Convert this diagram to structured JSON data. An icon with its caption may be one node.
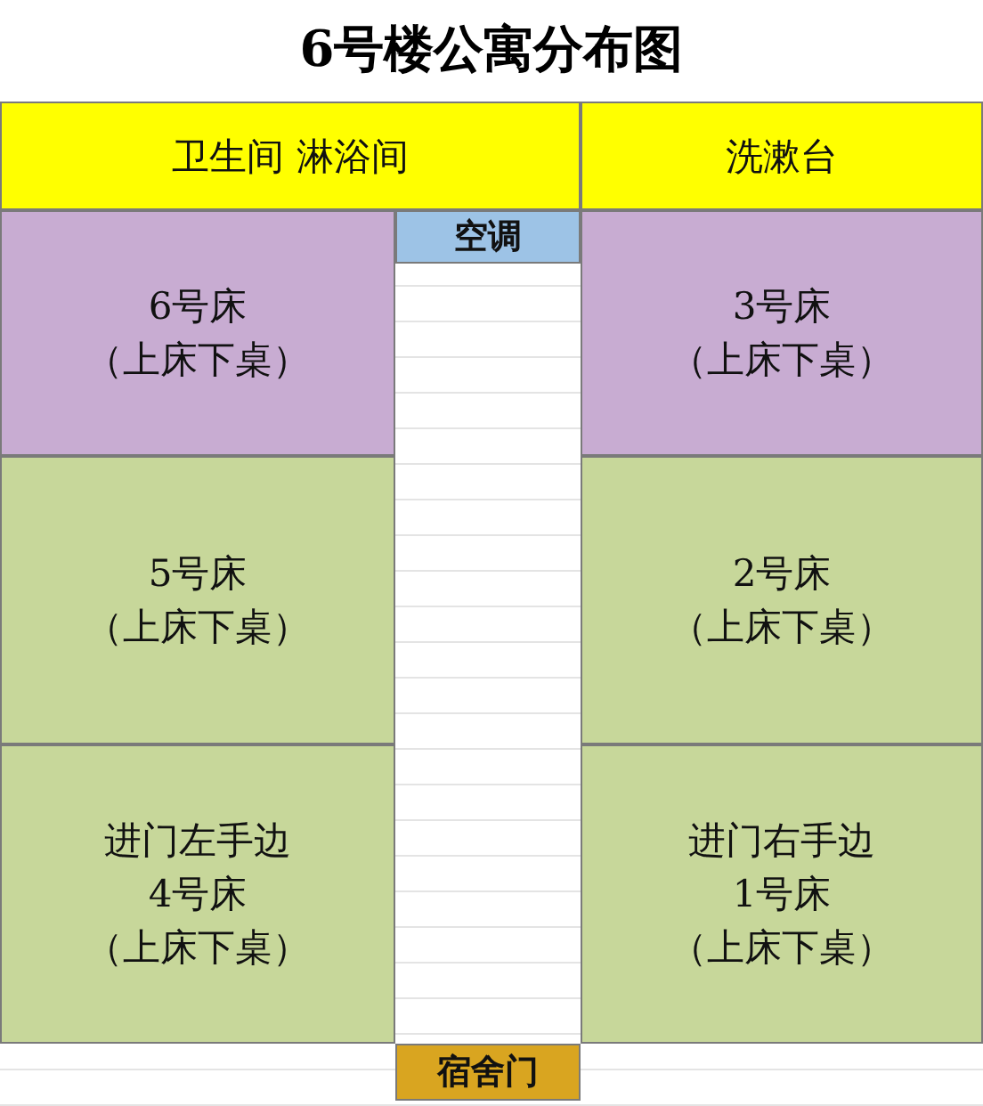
{
  "diagram": {
    "title": "6号楼公寓分布图",
    "nodes": [
      {
        "text": [
          "卫生间 淋浴间"
        ]
      },
      {
        "text": [
          "洗漱台"
        ]
      },
      {
        "text": [
          "空调"
        ]
      },
      {
        "text": [
          "6号床（上床下桌）"
        ]
      },
      {
        "text": [
          "3号床（上床下桌）"
        ]
      },
      {
        "text": [
          "5号床（上床下桌）"
        ]
      },
      {
        "text": [
          "2号床（上床下桌）"
        ]
      },
      {
        "text": [
          "进门左手边4号床（上床下桌）"
        ]
      },
      {
        "text": [
          "进门右手边1号床（上床下桌）"
        ]
      },
      {
        "text": [
          "宿舍门"
        ]
      }
    ],
    "edges": []
  }
}
